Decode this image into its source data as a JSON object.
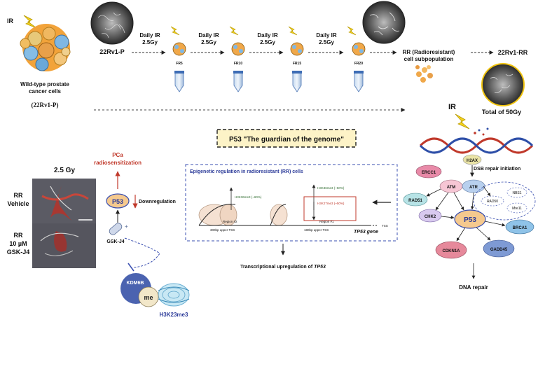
{
  "top": {
    "ir_label": "IR",
    "wildtype_line1": "Wild-type prostate",
    "wildtype_line2": "cancer cells",
    "wildtype_code": "(22Rv1-P)",
    "parental_label": "22Rv1-P",
    "daily_ir": "Daily IR",
    "dose": "2.5Gy",
    "fr_labels": [
      "FR5",
      "FR10",
      "FR15",
      "FR20"
    ],
    "rr_line1": "RR (Radioresistant)",
    "rr_line2": "cell subpopulation",
    "rr_label": "22Rv1-RR",
    "total": "Total of 50Gy"
  },
  "p53_title": "P53 \"The guardian of the genome\"",
  "left": {
    "dose_label": "2.5 Gy",
    "row1_line1": "RR",
    "row1_line2": "Vehicle",
    "row2_line1": "RR",
    "row2_line2": "10 µM",
    "row2_line3": "GSK-J4",
    "pca_line1": "PCa",
    "pca_line2": "radiosensitization",
    "p53": "P53",
    "downregulation": "Downregulation",
    "gskj4": "GSK-J4",
    "kdm6b": "KDM6B",
    "me": "me",
    "h3k": "H3K23me3"
  },
  "epi": {
    "title": "Epigenetic regulation in radioresistant (RR) cells",
    "h3k36_left": "H3K36me3 (~60%)",
    "h3k36_right": "H3K36me3 (~50%)",
    "h3k27_right": "H3K27me3 (~50%)",
    "region2": "Region #2",
    "region1": "Region #1",
    "upper2": "300bp upper TSS",
    "upper1": "180bp upper TSS",
    "tss": "TSS",
    "gene": "TP53 gene",
    "transcript_prefix": "Transcriptional upregulation of ",
    "transcript_gene": "TP53"
  },
  "right": {
    "ir_label": "IR",
    "h2ax": "H2AX",
    "dsb": "DSB repair initiation",
    "nodes": {
      "ercc1": "ERCC1",
      "atm": "ATM",
      "atr": "ATR",
      "nbs1": "NBS1",
      "rad50": "RAD50",
      "mre11": "Mre11",
      "rad51": "RAD51",
      "chk2": "CHK2",
      "p53": "P53",
      "brca1": "BRCA1",
      "cdkn1a": "CDKN1A",
      "gadd45": "GADD45"
    },
    "dna_repair": "DNA repair"
  },
  "colors": {
    "p53_fill": "#f5c98e",
    "red_text": "#c0392b",
    "blue_text": "#2e3d9a",
    "dash_blue": "#3a4fb0",
    "ercc1": "#e88aa8",
    "atm": "#f6c6d4",
    "atr": "#b8d0ee",
    "rad51": "#b7e3e6",
    "chk2": "#d8c9ef",
    "brca1": "#8fc3e8",
    "cdkn1a": "#e6899b",
    "gadd45": "#7e9ad4",
    "h2ax": "#e9e3a6",
    "kdm6b": "#4b63b0"
  }
}
